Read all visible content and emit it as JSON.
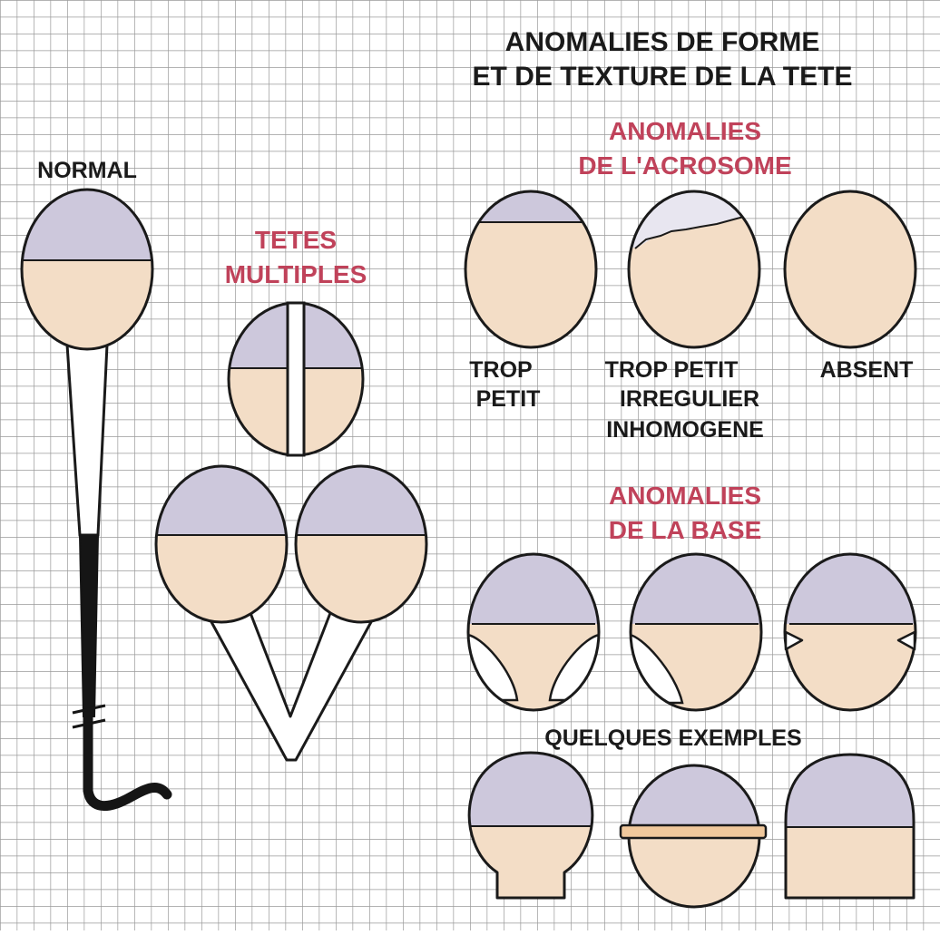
{
  "title": {
    "line1": "ANOMALIES DE FORME",
    "line2": "ET DE TEXTURE DE LA TETE"
  },
  "normal": {
    "label": "NORMAL"
  },
  "multiple_heads": {
    "line1": "TETES",
    "line2": "MULTIPLES"
  },
  "acrosome": {
    "heading_line1": "ANOMALIES",
    "heading_line2": "DE L'ACROSOME",
    "labels": {
      "small_line1": "TROP",
      "small_line2": "PETIT",
      "irregular_line1": "TROP PETIT",
      "irregular_line2": "IRREGULIER",
      "irregular_line3": "INHOMOGENE",
      "absent": "ABSENT"
    }
  },
  "base": {
    "heading_line1": "ANOMALIES",
    "heading_line2": "DE LA BASE",
    "examples_label": "QUELQUES EXEMPLES"
  },
  "colors": {
    "acrosome": "#cdc8dc",
    "nucleus": "#f3ddc6",
    "outline": "#1a1a1a",
    "heading_red": "#c0425a",
    "grid": "#9a9a9a",
    "tail_dark": "#151515"
  }
}
